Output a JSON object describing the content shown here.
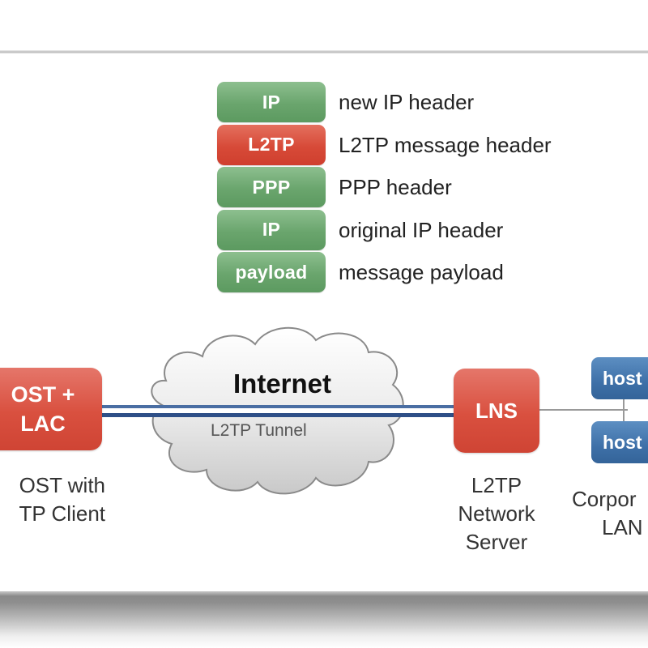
{
  "legend": {
    "items": [
      {
        "chip": "IP",
        "label": "new IP header",
        "color": "green"
      },
      {
        "chip": "L2TP",
        "label": "L2TP message header",
        "color": "red"
      },
      {
        "chip": "PPP",
        "label": "PPP header",
        "color": "green"
      },
      {
        "chip": "IP",
        "label": "original IP header",
        "color": "green"
      },
      {
        "chip": "payload",
        "label": "message payload",
        "color": "green"
      }
    ]
  },
  "nodes": {
    "host_lac": {
      "line1": "OST +",
      "line2": "LAC",
      "caption_line1": "OST with",
      "caption_line2": "TP Client"
    },
    "internet": {
      "title": "Internet",
      "tunnel_label": "L2TP Tunnel"
    },
    "lns": {
      "label": "LNS",
      "caption_line1": "L2TP",
      "caption_line2": "Network",
      "caption_line3": "Server"
    },
    "lan": {
      "host1": "host",
      "host2": "host",
      "caption_line1": "Corpor",
      "caption_line2": "LAN"
    }
  },
  "colors": {
    "green_chip": "#6aa56d",
    "red_chip": "#d74a38",
    "blue_host": "#3e70a8",
    "tunnel_line": "#2e4f87"
  }
}
